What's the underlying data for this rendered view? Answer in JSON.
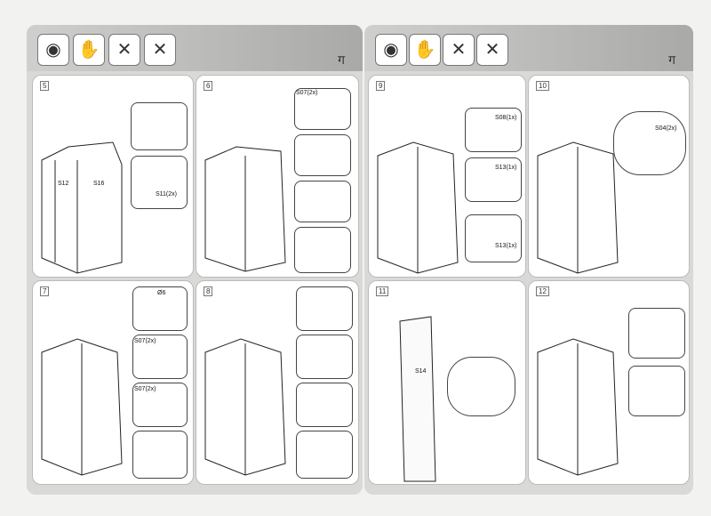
{
  "left_page": {
    "lang_mark": "ग",
    "steps": [
      {
        "number": "5",
        "labels": [
          "S12",
          "S16",
          "S11(2x)"
        ]
      },
      {
        "number": "6",
        "labels": [
          "S07(2x)"
        ]
      },
      {
        "number": "7",
        "labels": [
          "Ø6",
          "S07(2x)",
          "S07(2x)"
        ]
      },
      {
        "number": "8",
        "labels": []
      }
    ]
  },
  "right_page": {
    "lang_mark": "ग",
    "steps": [
      {
        "number": "9",
        "labels": [
          "S08(1x)",
          "S13(1x)",
          "S13(1x)"
        ]
      },
      {
        "number": "10",
        "labels": [
          "S04(2x)"
        ]
      },
      {
        "number": "11",
        "labels": [
          "S14"
        ]
      },
      {
        "number": "12",
        "labels": []
      }
    ]
  },
  "safety_icons": [
    "goggles-icon",
    "gloves-icon",
    "no-power-drill-icon",
    "no-water-icon"
  ]
}
